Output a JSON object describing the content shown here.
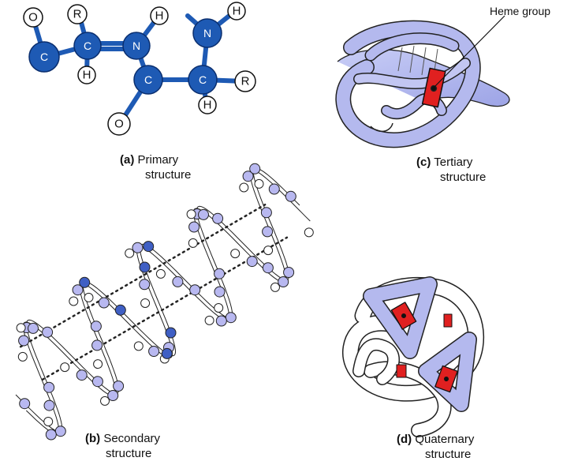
{
  "panels": {
    "a": {
      "letter": "(a)",
      "line1": "Primary",
      "line2": "structure"
    },
    "b": {
      "letter": "(b)",
      "line1": "Secondary",
      "line2": "structure"
    },
    "c": {
      "letter": "(c)",
      "line1": "Tertiary",
      "line2": "structure"
    },
    "d": {
      "letter": "(d)",
      "line1": "Quaternary",
      "line2": "structure"
    }
  },
  "heme_label": "Heme group",
  "molecule": {
    "atoms": [
      {
        "id": "o1",
        "label": "O",
        "kind": "light"
      },
      {
        "id": "r1",
        "label": "R",
        "kind": "light"
      },
      {
        "id": "h_top",
        "label": "H",
        "kind": "light"
      },
      {
        "id": "h_n2",
        "label": "H",
        "kind": "light"
      },
      {
        "id": "c1",
        "label": "C",
        "kind": "dark"
      },
      {
        "id": "c2",
        "label": "C",
        "kind": "dark"
      },
      {
        "id": "n1",
        "label": "N",
        "kind": "dark"
      },
      {
        "id": "n2",
        "label": "N",
        "kind": "dark"
      },
      {
        "id": "h_c2",
        "label": "H",
        "kind": "light"
      },
      {
        "id": "c3",
        "label": "C",
        "kind": "dark"
      },
      {
        "id": "c4",
        "label": "C",
        "kind": "dark"
      },
      {
        "id": "r2",
        "label": "R",
        "kind": "light"
      },
      {
        "id": "h_c4",
        "label": "H",
        "kind": "light"
      },
      {
        "id": "o2",
        "label": "O",
        "kind": "light"
      }
    ]
  },
  "colors": {
    "atom_dark": "#1e5ab4",
    "atom_light": "#ffffff",
    "ribbon": "#b4b9ee",
    "heme": "#e02020",
    "helix_atom": "#b8b8f0",
    "helix_atom_dark": "#3f5fc4",
    "outline": "#111111"
  }
}
